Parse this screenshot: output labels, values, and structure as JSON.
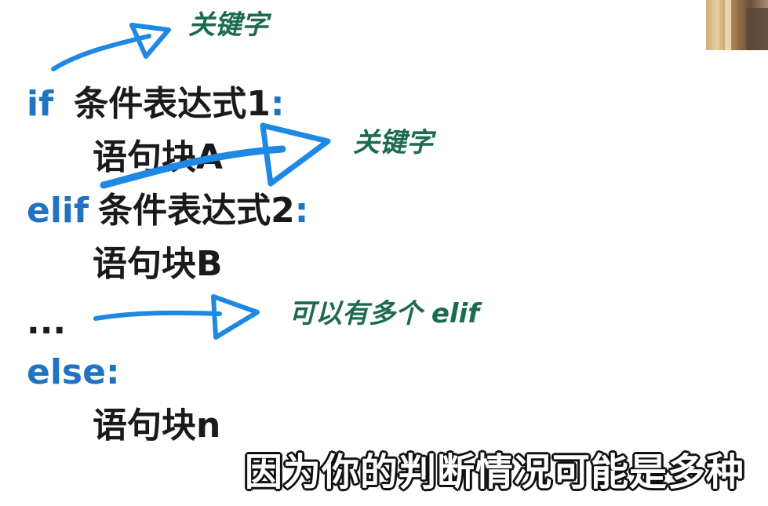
{
  "code": {
    "line1": {
      "keyword": "if",
      "text": "条件表达式1",
      "colon": ":"
    },
    "line2": {
      "text": "语句块A"
    },
    "line3": {
      "keyword": "elif",
      "text": "条件表达式2",
      "colon": ":"
    },
    "line4": {
      "text": "语句块B"
    },
    "line5": {
      "text": "..."
    },
    "line6": {
      "keyword": "else",
      "colon": ":"
    },
    "line7": {
      "text": "语句块n"
    }
  },
  "annotations": {
    "keyword_top": "关键字",
    "keyword_mid": "关键字",
    "multiple_elif": "可以有多个 elif"
  },
  "subtitle": "因为你的判断情况可能是多种",
  "colors": {
    "keyword": "#1f73c0",
    "annotation_text": "#1d6b4f",
    "arrow": "#1e88e5",
    "subtitle_text": "#ffffff",
    "subtitle_outline": "#111111"
  },
  "icons": [
    "pen-arrow-icon"
  ]
}
